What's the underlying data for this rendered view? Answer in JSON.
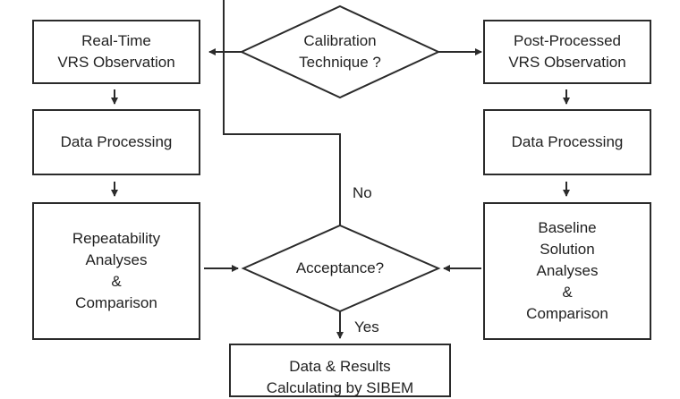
{
  "boxes": {
    "realtime": "Real-Time\nVRS Observation",
    "postprocessed": "Post-Processed\nVRS Observation",
    "processing_left": "Data Processing",
    "processing_right": "Data Processing",
    "repeatability": "Repeatability\nAnalyses\n&\nComparison",
    "baseline": "Baseline\nSolution\nAnalyses\n&\nComparison",
    "results": "Data & Results\nCalculating by SIBEM"
  },
  "decisions": {
    "calibration": "Calibration\nTechnique ?",
    "acceptance": "Acceptance?"
  },
  "edges": {
    "no": "No",
    "yes": "Yes"
  }
}
